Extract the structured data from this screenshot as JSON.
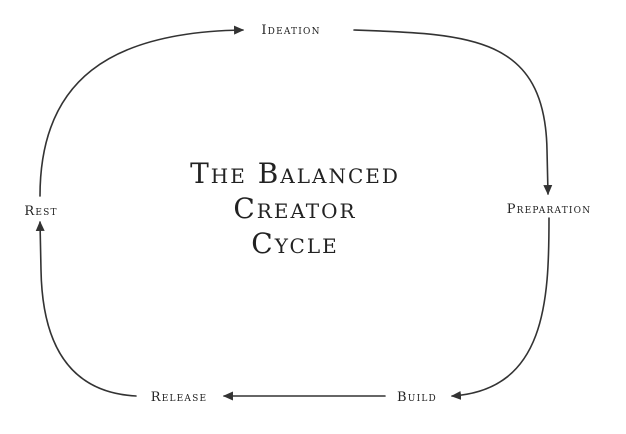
{
  "diagram": {
    "title": {
      "line1": "The Balanced",
      "line2": "Creator",
      "line3": "Cycle"
    },
    "stages": {
      "ideation": "Ideation",
      "preparation": "Preparation",
      "build": "Build",
      "release": "Release",
      "rest": "Rest"
    },
    "colors": {
      "stroke": "#333333",
      "text": "#222222",
      "background": "#ffffff"
    }
  }
}
